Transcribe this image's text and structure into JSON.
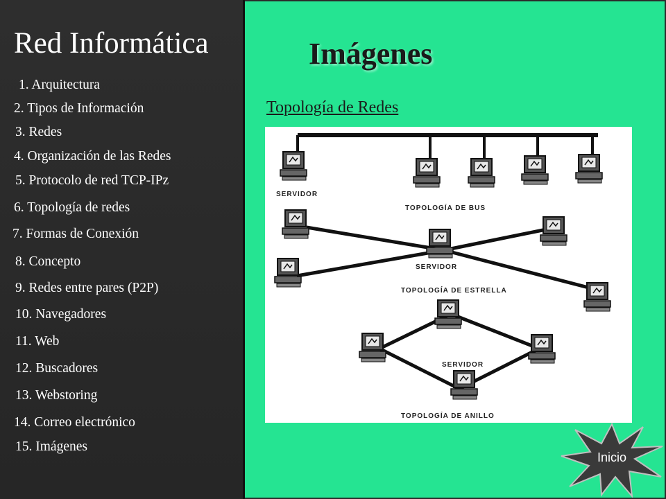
{
  "sidebar": {
    "title": "Red Informática",
    "items": [
      {
        "label": "1.  Arquitectura"
      },
      {
        "label": "2.  Tipos de Información"
      },
      {
        "label": "3.  Redes"
      },
      {
        "label": "4. Organización de las Redes"
      },
      {
        "label": "5. Protocolo de red TCP-IPz"
      },
      {
        "label": "6. Topología de redes"
      },
      {
        "label": "7. Formas de Conexión"
      },
      {
        "label": "8. Concepto"
      },
      {
        "label": "9. Redes entre pares (P2P)"
      },
      {
        "label": "10. Navegadores"
      },
      {
        "label": "11. Web"
      },
      {
        "label": "12. Buscadores"
      },
      {
        "label": "13. Webstoring"
      },
      {
        "label": "14. Correo electrónico"
      },
      {
        "label": "15. Imágenes"
      }
    ]
  },
  "main": {
    "title": "Imágenes",
    "subtitle": "Topología de Redes",
    "diagram": {
      "bus_server_label": "SERVIDOR",
      "bus_label": "TOPOLOGÍA DE BUS",
      "star_server_label": "SERVIDOR",
      "star_label": "TOPOLOGÍA DE ESTRELLA",
      "ring_server_label": "SERVIDOR",
      "ring_label": "TOPOLOGÍA DE ANILLO"
    },
    "inicio_label": "Inicio"
  },
  "colors": {
    "sidebar_bg": "#2b2b2b",
    "main_bg": "#25e492",
    "inicio_bg": "#3a3a3a"
  }
}
